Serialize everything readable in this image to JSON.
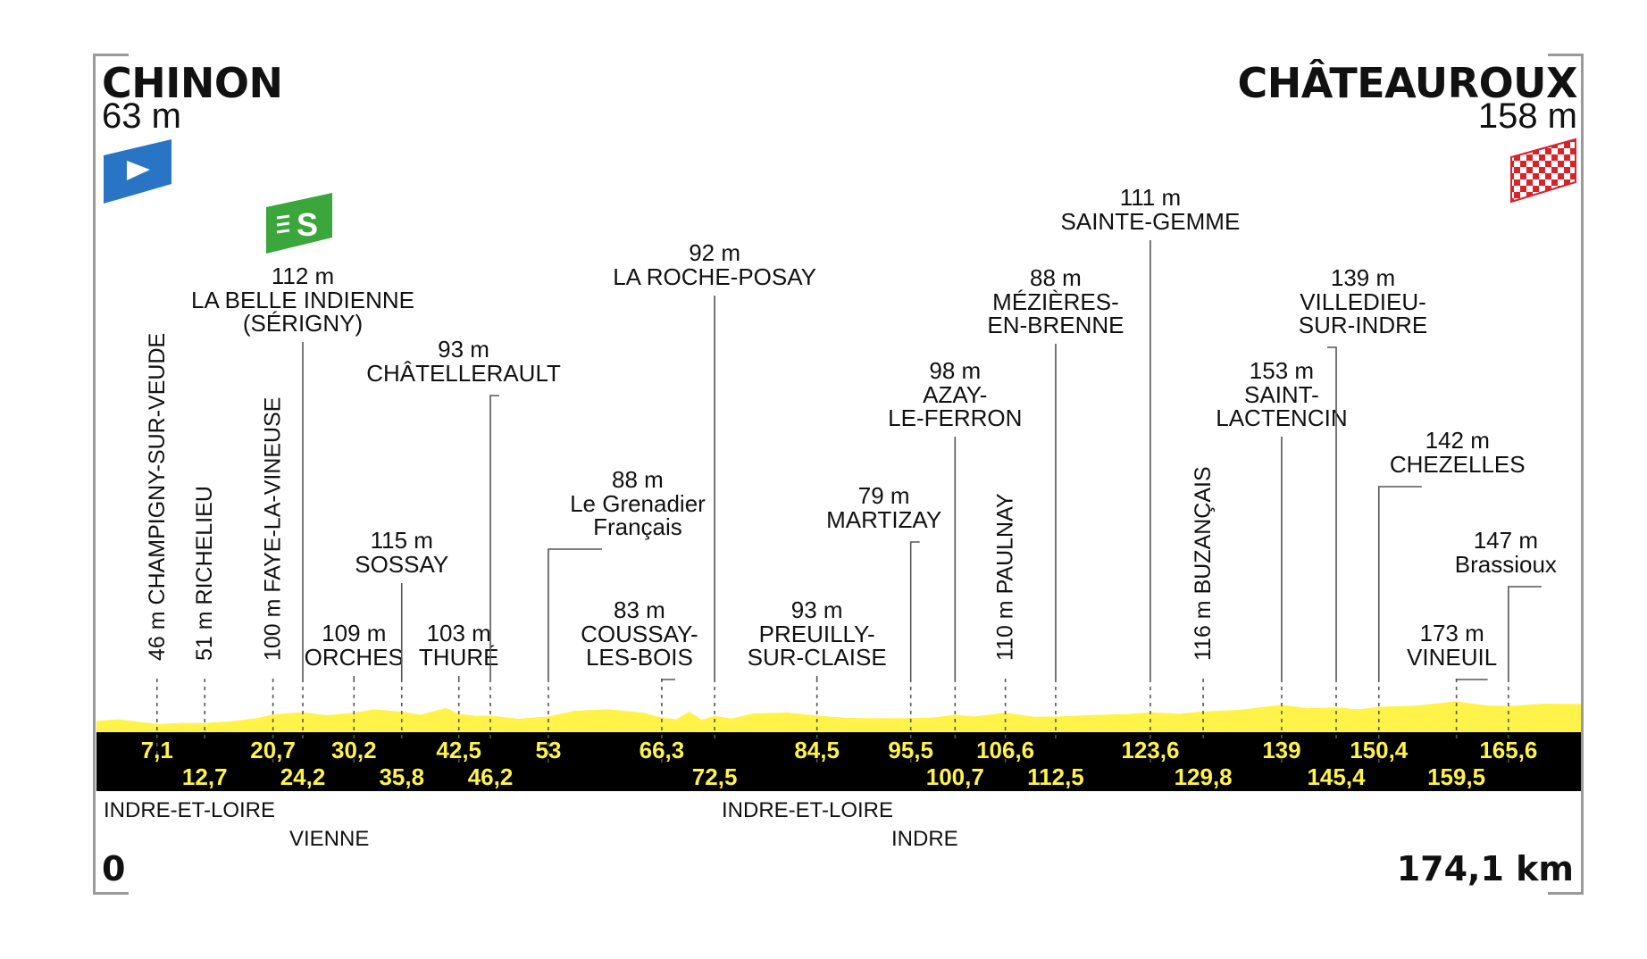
{
  "start": {
    "city": "CHINON",
    "altitude": "63 m",
    "km": "0"
  },
  "finish": {
    "city": "CHÂTEAUROUX",
    "altitude": "158 m",
    "km": "174,1 km"
  },
  "sprint_icon_letter": "S",
  "colors": {
    "profile_fill": "#fff34a",
    "km_band": "#000000",
    "km_text": "#fff34a",
    "start_flag": "#2a74c5",
    "finish_flag": "#d8232a",
    "sprint": "#3aa63b"
  },
  "regions": [
    {
      "name": "INDRE-ET-LOIRE"
    },
    {
      "name": "VIENNE"
    },
    {
      "name": "INDRE-ET-LOIRE"
    },
    {
      "name": "INDRE"
    }
  ],
  "chart_data": {
    "type": "area",
    "xlim": [
      0,
      174.1
    ],
    "profile": [
      [
        0,
        63
      ],
      [
        2.5,
        72
      ],
      [
        5,
        58
      ],
      [
        7.1,
        46
      ],
      [
        10,
        52
      ],
      [
        12.7,
        51
      ],
      [
        16,
        62
      ],
      [
        19,
        80
      ],
      [
        20.7,
        100
      ],
      [
        24.2,
        112
      ],
      [
        27,
        95
      ],
      [
        30.2,
        109
      ],
      [
        32.5,
        128
      ],
      [
        35.8,
        115
      ],
      [
        38,
        98
      ],
      [
        41,
        135
      ],
      [
        42.5,
        103
      ],
      [
        44.5,
        92
      ],
      [
        46.2,
        93
      ],
      [
        49.5,
        75
      ],
      [
        53,
        88
      ],
      [
        56,
        120
      ],
      [
        60,
        128
      ],
      [
        64,
        110
      ],
      [
        66.3,
        83
      ],
      [
        68,
        72
      ],
      [
        69.5,
        115
      ],
      [
        71,
        70
      ],
      [
        72.5,
        92
      ],
      [
        74.5,
        76
      ],
      [
        77,
        105
      ],
      [
        81,
        110
      ],
      [
        84.5,
        93
      ],
      [
        88,
        80
      ],
      [
        92,
        78
      ],
      [
        95.5,
        79
      ],
      [
        98,
        82
      ],
      [
        100.7,
        98
      ],
      [
        103,
        88
      ],
      [
        106.6,
        110
      ],
      [
        110,
        86
      ],
      [
        112.5,
        88
      ],
      [
        117,
        96
      ],
      [
        121,
        102
      ],
      [
        123.6,
        111
      ],
      [
        127,
        104
      ],
      [
        129.8,
        116
      ],
      [
        134,
        125
      ],
      [
        139,
        153
      ],
      [
        142,
        135
      ],
      [
        145.4,
        139
      ],
      [
        148,
        128
      ],
      [
        150.4,
        142
      ],
      [
        155,
        150
      ],
      [
        159.5,
        173
      ],
      [
        163,
        150
      ],
      [
        165.6,
        147
      ],
      [
        170,
        160
      ],
      [
        174.1,
        158
      ]
    ],
    "points": [
      {
        "km": 7.1,
        "km_label": "7,1",
        "row": 0,
        "alt": "46 m",
        "name": "CHAMPIGNY-SUR-VEUDE",
        "style": "vertical"
      },
      {
        "km": 12.7,
        "km_label": "12,7",
        "row": 1,
        "alt": "51 m",
        "name": "RICHELIEU",
        "style": "vertical"
      },
      {
        "km": 20.7,
        "km_label": "20,7",
        "row": 0,
        "alt": "100 m",
        "name": "FAYE-LA-VINEUSE",
        "style": "vertical"
      },
      {
        "km": 24.2,
        "km_label": "24,2",
        "row": 1,
        "alt": "112 m",
        "name": "LA BELLE INDIENNE (SÉRIGNY)",
        "style": "sprint"
      },
      {
        "km": 30.2,
        "km_label": "30,2",
        "row": 0,
        "alt": "109 m",
        "name": "ORCHES",
        "style": "low"
      },
      {
        "km": 35.8,
        "km_label": "35,8",
        "row": 1,
        "alt": "115 m",
        "name": "SOSSAY",
        "style": "mid"
      },
      {
        "km": 42.5,
        "km_label": "42,5",
        "row": 0,
        "alt": "103 m",
        "name": "THURÉ",
        "style": "low"
      },
      {
        "km": 46.2,
        "km_label": "46,2",
        "row": 1,
        "alt": "93 m",
        "name": "CHÂTELLERAULT",
        "style": "high"
      },
      {
        "km": 53,
        "km_label": "53",
        "row": 0,
        "alt": "88 m",
        "name": "Le Grenadier Français",
        "style": "mid"
      },
      {
        "km": 66.3,
        "km_label": "66,3",
        "row": 0,
        "alt": "83 m",
        "name": "COUSSAY-LES-BOIS",
        "style": "low"
      },
      {
        "km": 72.5,
        "km_label": "72,5",
        "row": 1,
        "alt": "92 m",
        "name": "LA ROCHE-POSAY",
        "style": "high"
      },
      {
        "km": 84.5,
        "km_label": "84,5",
        "row": 0,
        "alt": "93 m",
        "name": "PREUILLY-SUR-CLAISE",
        "style": "low"
      },
      {
        "km": 95.5,
        "km_label": "95,5",
        "row": 0,
        "alt": "79 m",
        "name": "MARTIZAY",
        "style": "mid"
      },
      {
        "km": 100.7,
        "km_label": "100,7",
        "row": 1,
        "alt": "98 m",
        "name": "AZAY-LE-FERRON",
        "style": "high"
      },
      {
        "km": 106.6,
        "km_label": "106,6",
        "row": 0,
        "alt": "110 m",
        "name": "PAULNAY",
        "style": "vertical"
      },
      {
        "km": 112.5,
        "km_label": "112,5",
        "row": 1,
        "alt": "88 m",
        "name": "MÉZIÈRES-EN-BRENNE",
        "style": "high"
      },
      {
        "km": 123.6,
        "km_label": "123,6",
        "row": 0,
        "alt": "111 m",
        "name": "SAINTE-GEMME",
        "style": "high"
      },
      {
        "km": 129.8,
        "km_label": "129,8",
        "row": 1,
        "alt": "116 m",
        "name": "BUZANÇAIS",
        "style": "vertical"
      },
      {
        "km": 139,
        "km_label": "139",
        "row": 0,
        "alt": "153 m",
        "name": "SAINT-LACTENCIN",
        "style": "high"
      },
      {
        "km": 145.4,
        "km_label": "145,4",
        "row": 1,
        "alt": "139 m",
        "name": "VILLEDIEU-SUR-INDRE",
        "style": "high"
      },
      {
        "km": 150.4,
        "km_label": "150,4",
        "row": 0,
        "alt": "142 m",
        "name": "CHEZELLES",
        "style": "mid"
      },
      {
        "km": 159.5,
        "km_label": "159,5",
        "row": 1,
        "alt": "173 m",
        "name": "VINEUIL",
        "style": "low"
      },
      {
        "km": 165.6,
        "km_label": "165,6",
        "row": 0,
        "alt": "147 m",
        "name": "Brassioux",
        "style": "mid"
      }
    ]
  }
}
